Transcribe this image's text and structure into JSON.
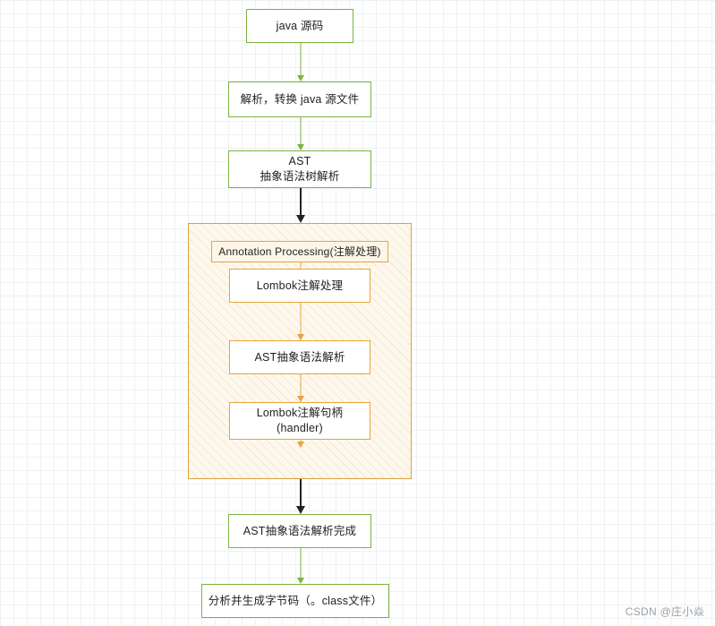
{
  "diagram": {
    "type": "flowchart",
    "nodes": [
      {
        "id": "src",
        "label": "java 源码",
        "style": "green"
      },
      {
        "id": "parse",
        "label": "解析，转换 java 源文件",
        "style": "green"
      },
      {
        "id": "ast",
        "label": "AST\n抽象语法树解析",
        "style": "green"
      },
      {
        "id": "ap",
        "label": "Annotation Processing(注解处理)",
        "style": "orange-fill"
      },
      {
        "id": "lombok-ap",
        "label": "Lombok注解处理",
        "style": "orange"
      },
      {
        "id": "ast-inner",
        "label": "AST抽象语法解析",
        "style": "orange"
      },
      {
        "id": "handler",
        "label": "Lombok注解句柄\n(handler)",
        "style": "orange"
      },
      {
        "id": "ast-done",
        "label": "AST抽象语法解析完成",
        "style": "green"
      },
      {
        "id": "bytecode",
        "label": "分析并生成字节码（。class文件）",
        "style": "green"
      }
    ],
    "group_label": "",
    "colors": {
      "green": "#7cb342",
      "orange": "#e8a33d",
      "group_fill": "#fdf8ee",
      "arrow_black": "#222222"
    }
  },
  "watermark": {
    "text": "CSDN @庄小焱"
  }
}
